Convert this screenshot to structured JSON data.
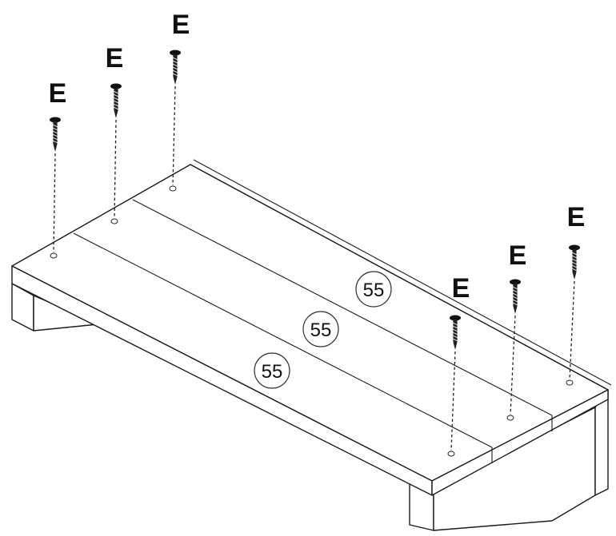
{
  "screw_label": "E",
  "part_number": "55",
  "screws_count": 6,
  "boards_count": 3
}
